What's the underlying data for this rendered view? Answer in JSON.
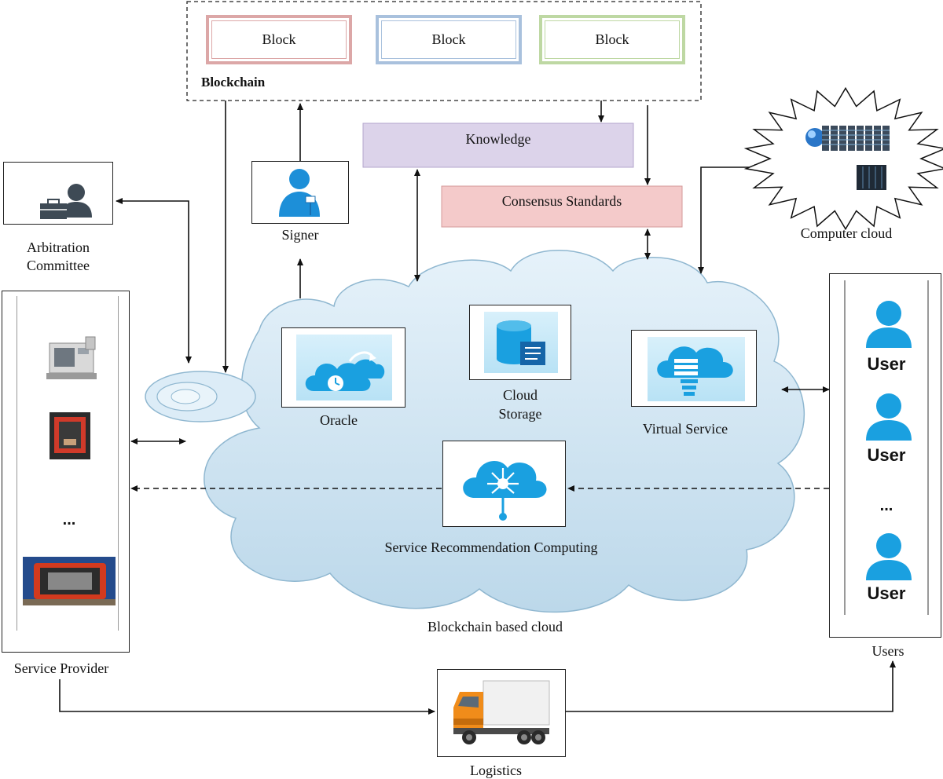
{
  "blockchain": {
    "title": "Blockchain",
    "blocks": [
      {
        "label": "Block",
        "color": "#d9a3a3"
      },
      {
        "label": "Block",
        "color": "#a8c0dc"
      },
      {
        "label": "Block",
        "color": "#bcd6a0"
      }
    ]
  },
  "knowledge": {
    "label": "Knowledge",
    "color": "#d9cfe8"
  },
  "consensus": {
    "label": "Consensus Standards",
    "color": "#f2c8c8"
  },
  "signer": {
    "label": "Signer",
    "icon": "person-with-key-icon"
  },
  "arbitration": {
    "label_line1": "Arbitration",
    "label_line2": "Committee",
    "icon": "person-with-briefcase-icon"
  },
  "computer_cloud": {
    "label": "Computer cloud",
    "icon": "server-rack-icon"
  },
  "cloud": {
    "label": "Blockchain based cloud",
    "fill": "#cfe4f2",
    "oracle": {
      "label": "Oracle",
      "icon": "cloud-clock-icon"
    },
    "storage": {
      "label_line1": "Cloud",
      "label_line2": "Storage",
      "icon": "database-document-icon"
    },
    "virtual_service": {
      "label": "Virtual Service",
      "icon": "cloud-server-icon"
    },
    "recommendation": {
      "label": "Service Recommendation Computing",
      "icon": "cloud-network-icon"
    }
  },
  "service_provider": {
    "label": "Service Provider",
    "ellipsis": "...",
    "items": [
      "cnc-machine-icon",
      "3d-printer-icon",
      "large-printer-icon"
    ]
  },
  "users": {
    "label": "Users",
    "ellipsis": "...",
    "items": [
      "User",
      "User",
      "User"
    ],
    "color": "#1aa0e0"
  },
  "logistics": {
    "label": "Logistics",
    "icon": "truck-icon"
  }
}
